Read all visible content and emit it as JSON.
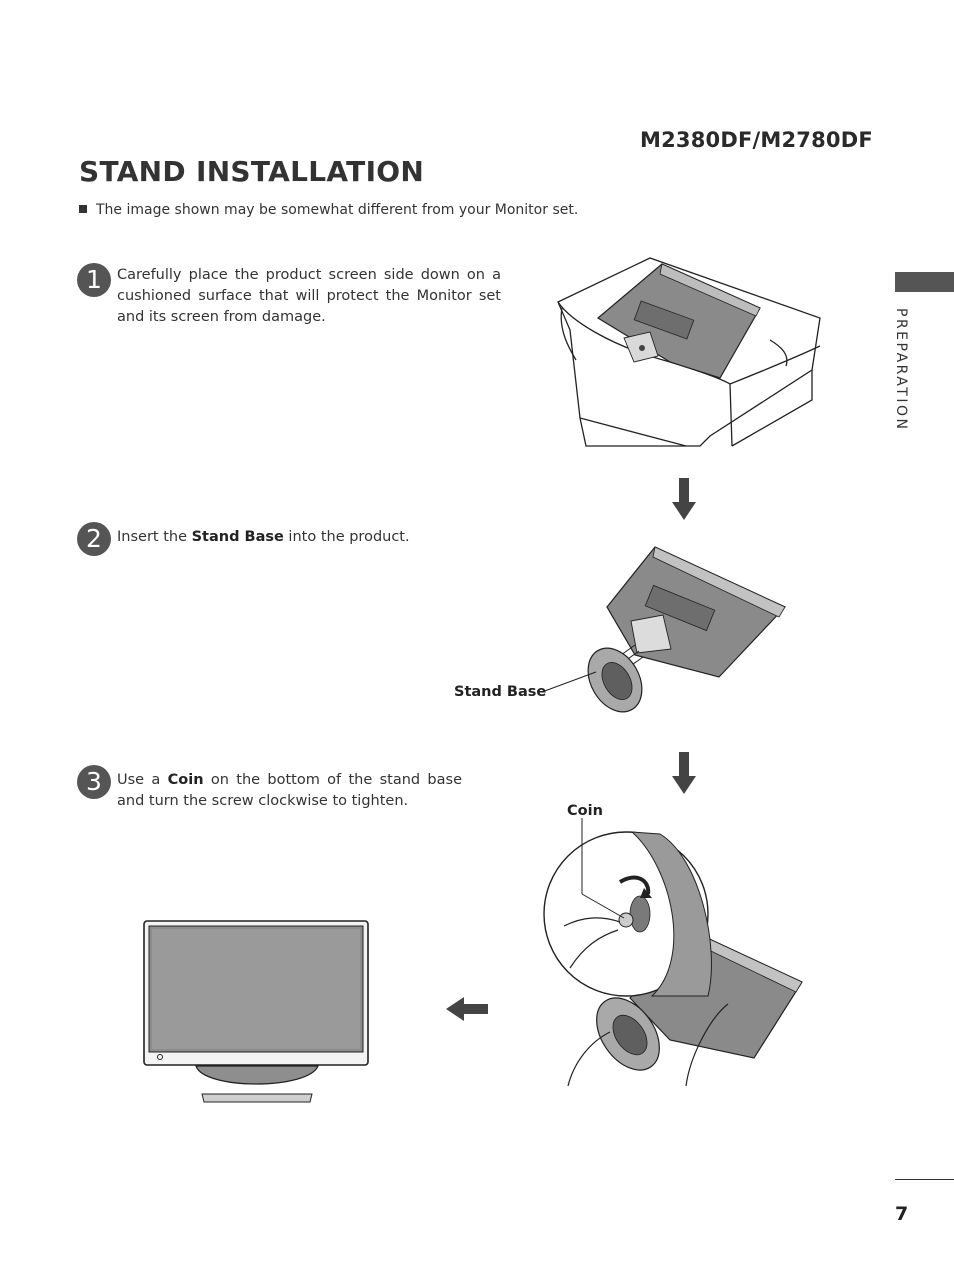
{
  "header": {
    "model": "M2380DF/M2780DF",
    "title": "STAND INSTALLATION",
    "note": "The image shown may be somewhat different from your Monitor set."
  },
  "steps": [
    {
      "number": "1",
      "text": "Carefully place the product screen side down on a cushioned surface that will protect the Monitor set and its screen from damage."
    },
    {
      "number": "2",
      "text_before": "Insert the ",
      "bold": "Stand Base",
      "text_after": " into the product."
    },
    {
      "number": "3",
      "text_before": "Use a ",
      "bold": "Coin",
      "text_after": " on the bottom of the stand base and turn the screw clockwise to tighten."
    }
  ],
  "callouts": {
    "stand_base": "Stand Base",
    "coin": "Coin"
  },
  "side": {
    "section_label": "PREPARATION",
    "page_number": "7"
  }
}
